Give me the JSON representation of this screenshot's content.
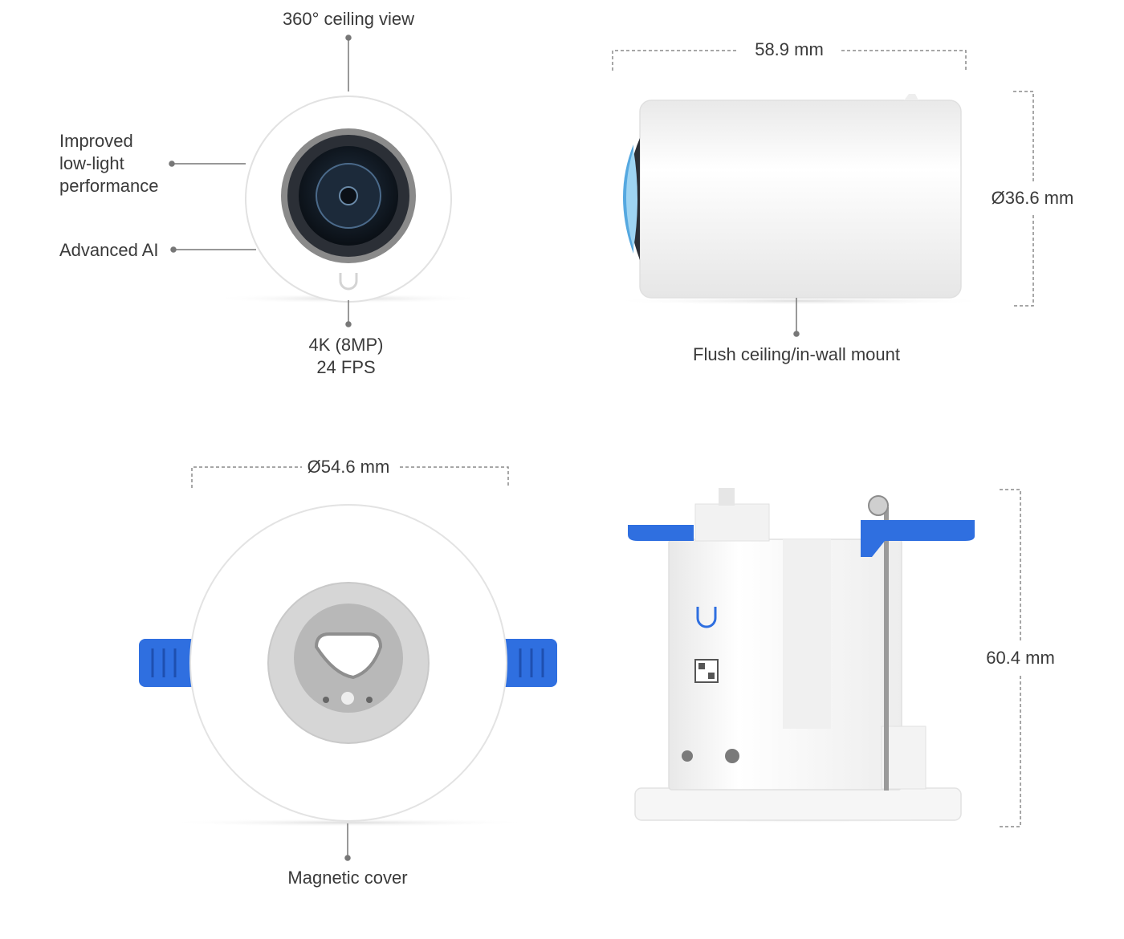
{
  "callouts": {
    "ceiling_view": "360° ceiling view",
    "low_light": [
      "Improved",
      "low-light",
      "performance"
    ],
    "advanced_ai": "Advanced AI",
    "resolution": [
      "4K (8MP)",
      "24 FPS"
    ],
    "flush_mount": "Flush ceiling/in-wall mount",
    "magnetic_cover": "Magnetic cover"
  },
  "dimensions": {
    "length": "58.9 mm",
    "body_diameter": "Ø36.6 mm",
    "cover_diameter": "Ø54.6 mm",
    "mount_height": "60.4 mm"
  },
  "colors": {
    "accent_blue": "#2f6fe0",
    "line_gray": "#777777",
    "body_white": "#f4f4f4",
    "lens_dark": "#1b2430"
  }
}
